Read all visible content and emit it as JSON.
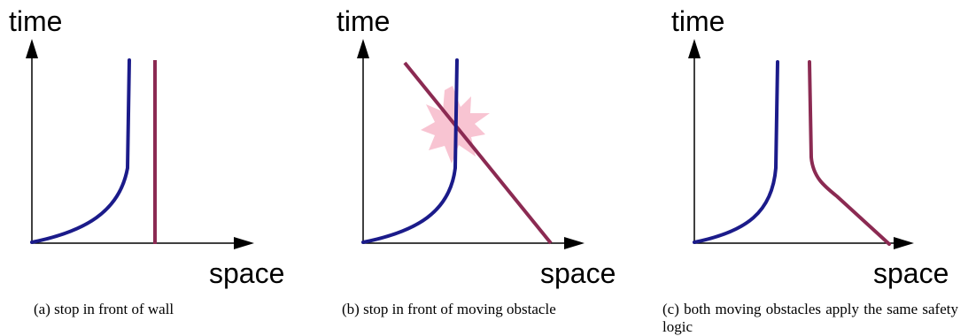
{
  "colors": {
    "ego_trajectory": "#1b1b8a",
    "obstacle_trajectory": "#8b2a52",
    "collision_burst": "#f8c4d2",
    "axes": "#000000"
  },
  "panels": [
    {
      "id": "a",
      "y_axis_label": "time",
      "x_axis_label": "space",
      "caption": "(a) stop in front of wall"
    },
    {
      "id": "b",
      "y_axis_label": "time",
      "x_axis_label": "space",
      "caption": "(b) stop in front of moving obstacle"
    },
    {
      "id": "c",
      "y_axis_label": "time",
      "x_axis_label": "space",
      "caption": "(c) both moving obstacles apply the same safety logic"
    }
  ]
}
